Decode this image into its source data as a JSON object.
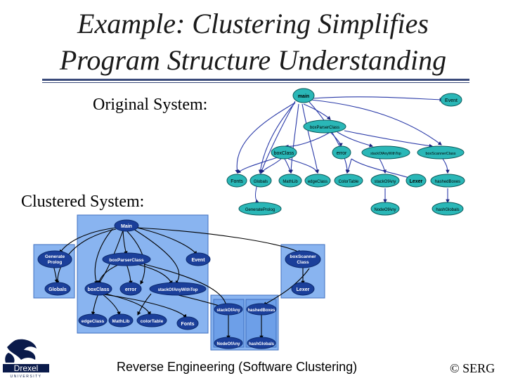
{
  "slide": {
    "title_line1": "Example: Clustering Simplifies",
    "title_line2": "Program Structure Understanding",
    "original_label": "Original System:",
    "clustered_label": "Clustered System:",
    "footer": "Reverse Engineering (Software Clustering)",
    "copyright": "© SERG",
    "logo_name": "Drexel",
    "logo_sub": "UNIVERSITY"
  },
  "original_graph": {
    "nodes": [
      "main",
      "Event",
      "boxParserClass",
      "boxClass",
      "error",
      "stackOfAnyWithTop",
      "boxScannerClass",
      "Fonts",
      "Globals",
      "MathLib",
      "edgeClass",
      "ColorTable",
      "stackOfAny",
      "Lexer",
      "hashedBoxes",
      "GenerateProlog",
      "NodeOfAny",
      "hashGlobals"
    ]
  },
  "clustered_graph": {
    "nodes": [
      "Main",
      "Generate Prolog",
      "boxParserClass",
      "Event",
      "boxScanner Class",
      "Globals",
      "boxClass",
      "error",
      "stackOfAnyWithTop",
      "Lexer",
      "stackOfAny",
      "hashedBoxes",
      "edgeClass",
      "MathLib",
      "colorTable",
      "Fonts",
      "NodeOfAny",
      "hashGlobals"
    ]
  }
}
